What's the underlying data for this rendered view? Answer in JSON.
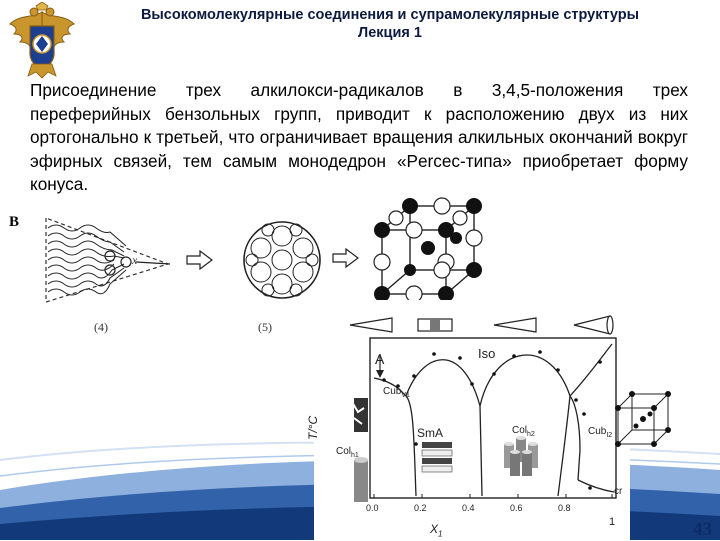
{
  "header": {
    "title": "Высокомолекулярные соединения и супрамолекулярные структуры",
    "subtitle": "Лекция 1"
  },
  "body_text": "Присоединение трех алкилокси-радикалов в 3,4,5-положения трех переферийных бензольных групп, приводит к расположению двух из них ортогонально к третьей, что ограничивает вращения алкильных окончаний вокруг эфирных связей, тем самым монодедрон «Percec-типа» приобретает форму конуса.",
  "figure": {
    "panel_label": "B",
    "cone_axis_label": "x",
    "caption_4": "(4)",
    "caption_5": "(5)"
  },
  "phase_diagram": {
    "marker_A": "A",
    "iso_label": "Iso",
    "cub_v1": "Cub",
    "cub_v1_sub": "V1",
    "cub_i2": "Cub",
    "cub_i2_sub": "I2",
    "col_h2": "Col",
    "col_h2_sub": "h2",
    "col_h1": "Col",
    "col_h1_sub": "h1",
    "sma": "SmA",
    "cr": "cr",
    "ylabel": "T/°C",
    "xlabel": "X",
    "xlabel_sub": "1",
    "xticks": [
      "0.0",
      "0.2",
      "0.4",
      "0.6",
      "0.8",
      "1"
    ]
  },
  "page_number": "43",
  "colors": {
    "header_text": "#0d1a40",
    "band_dark": "#123a7a",
    "band_light": "#2f6fc4",
    "page_number": "#0d2a66"
  }
}
